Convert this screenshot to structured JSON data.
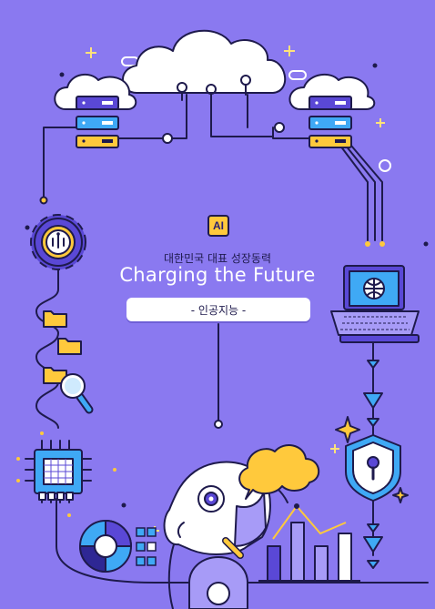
{
  "badge": {
    "label": "AI"
  },
  "header": {
    "subtitle": "대한민국 대표 성장동력",
    "title": "Charging the Future"
  },
  "topic": {
    "label": "- 인공지능 -"
  },
  "colors": {
    "background": "#8A79F0",
    "outline": "#1E1A4C",
    "yellow": "#FFC93C",
    "blue": "#3FA9F5",
    "indigo": "#5A48D6",
    "lavender": "#A79BF7"
  }
}
